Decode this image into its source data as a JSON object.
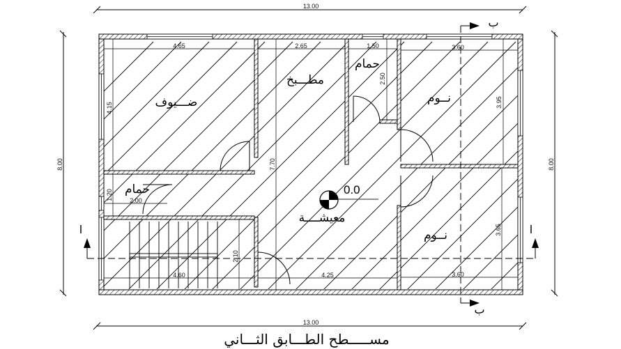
{
  "drawing": {
    "title": "مســـــطح الطـــابق الثـــاني",
    "overall_dimensions": {
      "top_width": "13.00",
      "bottom_width": "13.00",
      "left_height": "8.00",
      "right_height": "8.00"
    },
    "level_marker": {
      "label": "0.0"
    },
    "section_markers": {
      "a_left": "ا",
      "a_right": "ا",
      "b_top": "ب",
      "b_bottom": "ب"
    },
    "rooms": [
      {
        "id": "guests",
        "label": "ضـــيوف",
        "dims": [
          "4.65",
          "4.15"
        ]
      },
      {
        "id": "kitchen",
        "label": "مطـــبخ",
        "dims": [
          "2.65",
          "7.70"
        ]
      },
      {
        "id": "bath-top",
        "label": "حمام",
        "dims": [
          "1.50",
          "2.50"
        ]
      },
      {
        "id": "bedroom-top",
        "label": "نــوم",
        "dims": [
          "3.60",
          "3.95"
        ]
      },
      {
        "id": "bath-left",
        "label": "حمام",
        "dims": [
          "2.00",
          "1.20"
        ]
      },
      {
        "id": "living",
        "label": "معيشــــة",
        "dims": [
          "4.25"
        ]
      },
      {
        "id": "stairs",
        "label": "",
        "dims": [
          "4.60",
          "2.10"
        ]
      },
      {
        "id": "bedroom-bottom",
        "label": "نــوم",
        "dims": [
          "3.60",
          "3.65"
        ]
      }
    ]
  }
}
